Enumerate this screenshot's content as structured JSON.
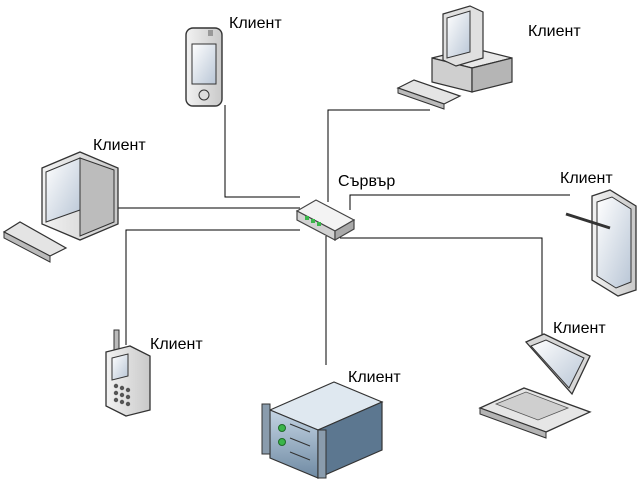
{
  "diagram": {
    "server": {
      "label": "Сървър",
      "icon": "network-hub-icon"
    },
    "clients": [
      {
        "label": "Клиент",
        "icon": "pda-icon"
      },
      {
        "label": "Клиент",
        "icon": "desktop-computer-icon"
      },
      {
        "label": "Клиент",
        "icon": "desktop-computer-icon"
      },
      {
        "label": "Клиент",
        "icon": "tablet-icon"
      },
      {
        "label": "Клиент",
        "icon": "mobile-phone-icon"
      },
      {
        "label": "Клиент",
        "icon": "rack-server-icon"
      },
      {
        "label": "Клиент",
        "icon": "laptop-icon"
      }
    ]
  }
}
